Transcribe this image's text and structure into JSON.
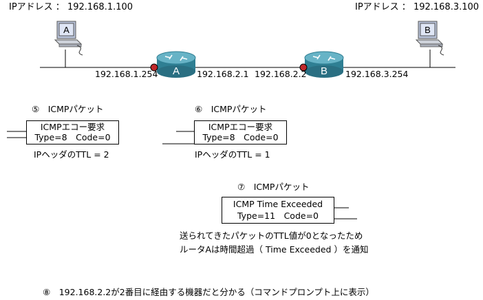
{
  "hosts": {
    "a": {
      "ip_label": "IPアドレス ： 192.168.1.100",
      "letter": "A"
    },
    "b": {
      "ip_label": "IPアドレス ： 192.168.3.100",
      "letter": "B"
    }
  },
  "routers": {
    "a": {
      "letter": "A",
      "ip_left": "192.168.1.254",
      "ip_right": "192.168.2.1"
    },
    "b": {
      "letter": "B",
      "ip_left": "192.168.2.2",
      "ip_right": "192.168.3.254"
    }
  },
  "packet5": {
    "title": "⑤　ICMPパケット",
    "line1": "ICMPエコー要求",
    "line2": "Type=8　Code=0",
    "note": "IPヘッダのTTL = 2"
  },
  "packet6": {
    "title": "⑥　ICMPパケット",
    "line1": "ICMPエコー要求",
    "line2": "Type=8　Code=0",
    "note": "IPヘッダのTTL = 1"
  },
  "packet7": {
    "title": "⑦　ICMPパケット",
    "line1": "ICMP Time Exceeded",
    "line2": "Type=11　Code=0",
    "note1": "送られてきたパケットのTTL値が0となったため",
    "note2": "ルータAは時間超過（ Time Exceeded ）を通知"
  },
  "step8": "⑧　192.168.2.2が2番目に経由する機器だと分かる（コマンドプロンプト上に表示）",
  "colors": {
    "router_body": "#2f7f93",
    "router_top": "#67b3c6",
    "interface_dot": "#c0282b",
    "pc_screen": "#c9d4ee",
    "pc_body": "#cfd3db"
  }
}
